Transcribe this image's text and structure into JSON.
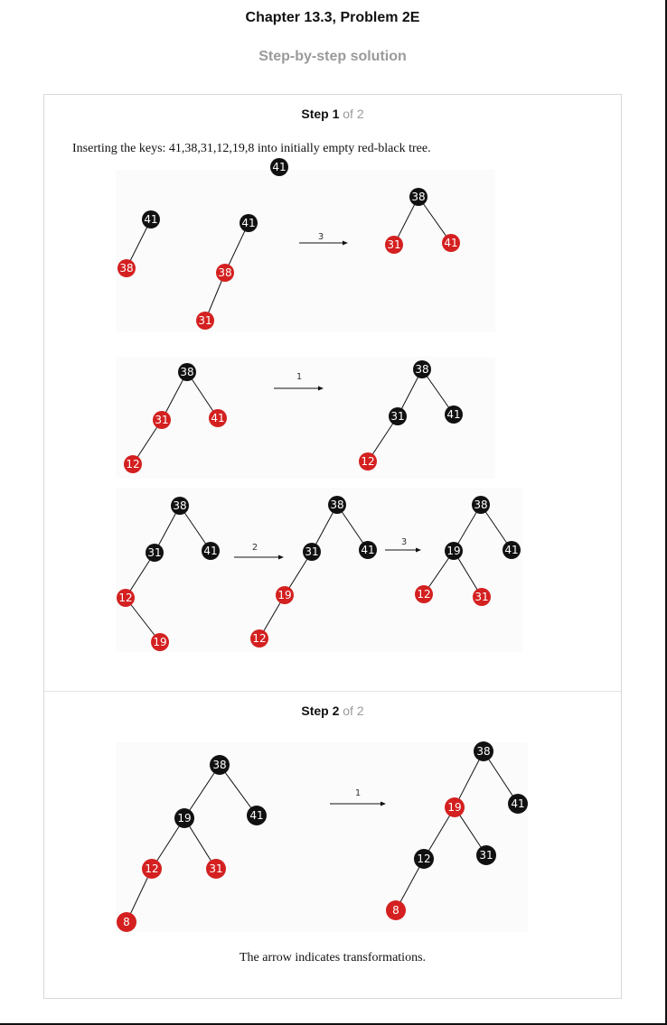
{
  "header": {
    "chapter_title": "Chapter 13.3, Problem 2E",
    "subtitle": "Step-by-step solution"
  },
  "steps": [
    {
      "label": "Step 1",
      "of": "of 2"
    },
    {
      "label": "Step 2",
      "of": "of 2"
    }
  ],
  "intro_text": "Inserting the keys:  41,38,31,12,19,8 into initially empty red-black tree.",
  "footer_text": "The arrow indicates transformations.",
  "colors": {
    "black_node": "#111111",
    "red_node": "#d42020",
    "edge": "#111111"
  },
  "trees": [
    {
      "name": "insert-41",
      "nodes": [
        [
          "41",
          "B"
        ]
      ],
      "edges": []
    },
    {
      "name": "insert-38",
      "nodes": [
        [
          "41",
          "B"
        ],
        [
          "38",
          "R"
        ]
      ],
      "edges": [
        [
          0,
          1
        ]
      ]
    },
    {
      "name": "insert-31",
      "nodes": [
        [
          "41",
          "B"
        ],
        [
          "38",
          "R"
        ],
        [
          "31",
          "R"
        ]
      ],
      "edges": [
        [
          0,
          1
        ],
        [
          1,
          2
        ]
      ]
    },
    {
      "name": "after-case-3-a",
      "nodes": [
        [
          "38",
          "B"
        ],
        [
          "31",
          "R"
        ],
        [
          "41",
          "R"
        ]
      ],
      "edges": [
        [
          0,
          1
        ],
        [
          0,
          2
        ]
      ]
    },
    {
      "name": "insert-12",
      "nodes": [
        [
          "38",
          "B"
        ],
        [
          "31",
          "R"
        ],
        [
          "41",
          "R"
        ],
        [
          "12",
          "R"
        ]
      ],
      "edges": [
        [
          0,
          1
        ],
        [
          0,
          2
        ],
        [
          1,
          3
        ]
      ]
    },
    {
      "name": "after-case-1-a",
      "nodes": [
        [
          "38",
          "B"
        ],
        [
          "31",
          "B"
        ],
        [
          "41",
          "B"
        ],
        [
          "12",
          "R"
        ]
      ],
      "edges": [
        [
          0,
          1
        ],
        [
          0,
          2
        ],
        [
          1,
          3
        ]
      ]
    },
    {
      "name": "insert-19",
      "nodes": [
        [
          "38",
          "B"
        ],
        [
          "31",
          "B"
        ],
        [
          "41",
          "B"
        ],
        [
          "12",
          "R"
        ],
        [
          "19",
          "R"
        ]
      ],
      "edges": [
        [
          0,
          1
        ],
        [
          0,
          2
        ],
        [
          1,
          3
        ],
        [
          3,
          4
        ]
      ]
    },
    {
      "name": "after-case-2",
      "nodes": [
        [
          "38",
          "B"
        ],
        [
          "31",
          "B"
        ],
        [
          "41",
          "B"
        ],
        [
          "19",
          "R"
        ],
        [
          "12",
          "R"
        ]
      ],
      "edges": [
        [
          0,
          1
        ],
        [
          0,
          2
        ],
        [
          1,
          3
        ],
        [
          3,
          4
        ]
      ]
    },
    {
      "name": "after-case-3-b",
      "nodes": [
        [
          "38",
          "B"
        ],
        [
          "19",
          "B"
        ],
        [
          "41",
          "B"
        ],
        [
          "12",
          "R"
        ],
        [
          "31",
          "R"
        ]
      ],
      "edges": [
        [
          0,
          1
        ],
        [
          0,
          2
        ],
        [
          1,
          3
        ],
        [
          1,
          4
        ]
      ]
    },
    {
      "name": "insert-8",
      "nodes": [
        [
          "38",
          "B"
        ],
        [
          "19",
          "B"
        ],
        [
          "41",
          "B"
        ],
        [
          "12",
          "R"
        ],
        [
          "31",
          "R"
        ],
        [
          "8",
          "R"
        ]
      ],
      "edges": [
        [
          0,
          1
        ],
        [
          0,
          2
        ],
        [
          1,
          3
        ],
        [
          1,
          4
        ],
        [
          3,
          5
        ]
      ]
    },
    {
      "name": "after-case-1-b",
      "nodes": [
        [
          "38",
          "B"
        ],
        [
          "19",
          "R"
        ],
        [
          "41",
          "B"
        ],
        [
          "12",
          "B"
        ],
        [
          "31",
          "B"
        ],
        [
          "8",
          "R"
        ]
      ],
      "edges": [
        [
          0,
          1
        ],
        [
          0,
          2
        ],
        [
          1,
          3
        ],
        [
          1,
          4
        ],
        [
          3,
          5
        ]
      ]
    }
  ],
  "arrows": [
    {
      "name": "arrow-case-3-a",
      "label": "3"
    },
    {
      "name": "arrow-case-1-a",
      "label": "1"
    },
    {
      "name": "arrow-case-2",
      "label": "2"
    },
    {
      "name": "arrow-case-3-b",
      "label": "3"
    },
    {
      "name": "arrow-case-1-b",
      "label": "1"
    }
  ]
}
